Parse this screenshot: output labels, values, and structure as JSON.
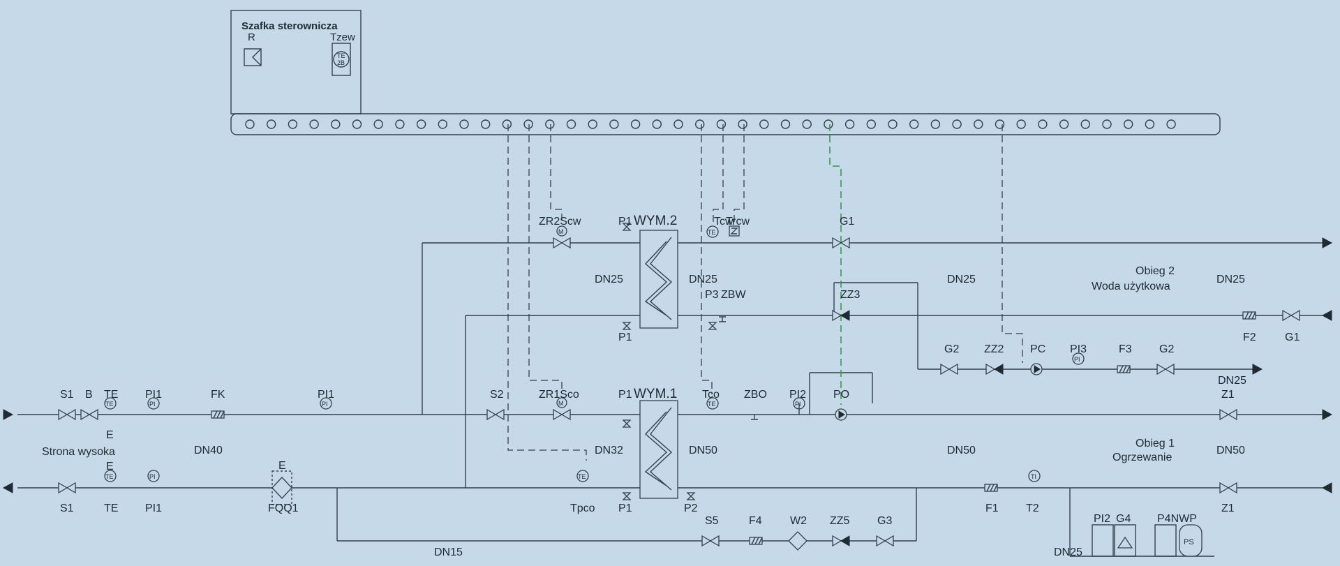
{
  "cabinet": {
    "title": "Szafka sterownicza",
    "r_label": "R",
    "tzew_label": "Tzew",
    "tzew_code": "TE",
    "tzew_code2": "2B"
  },
  "labels": {
    "zr2scw": "ZR2Scw",
    "p1_top": "P1",
    "wym2": "WYM.2",
    "tcw": "Tcw",
    "trcw": "Trcw",
    "g1_top": "G1",
    "dn25_a": "DN25",
    "dn25_b": "DN25",
    "p3": "P3",
    "zbw": "ZBW",
    "zz3": "ZZ3",
    "dn25_c": "DN25",
    "obieg2": "Obieg 2",
    "woda": "Woda użytkowa",
    "dn25_d": "DN25",
    "f2": "F2",
    "g1_right": "G1",
    "p1_mid": "P1",
    "g2_a": "G2",
    "zz2": "ZZ2",
    "pc": "PC",
    "pi3": "PI3",
    "f3": "F3",
    "g2_b": "G2",
    "dn25_e": "DN25",
    "s1_top": "S1",
    "b": "B",
    "te_top": "TE",
    "pi1_a": "PI1",
    "fk": "FK",
    "pi1_b": "PI1",
    "s2": "S2",
    "zr1sco": "ZR1Sco",
    "p1_low": "P1",
    "wym1": "WYM.1",
    "tco": "Tco",
    "zbo": "ZBO",
    "pi2_mid": "PI2",
    "po": "PO",
    "z1_top": "Z1",
    "e_top": "E",
    "strona": "Strona wysoka",
    "dn40": "DN40",
    "dn32": "DN32",
    "dn50_a": "DN50",
    "dn50_b": "DN50",
    "obieg1": "Obieg 1",
    "ogrzewanie": "Ogrzewanie",
    "dn50_c": "DN50",
    "e_bottom": "E",
    "s1_bottom": "S1",
    "te_bottom": "TE",
    "pi1_bottom": "PI1",
    "e_fqq": "E",
    "fqq1": "FQQ1",
    "tpco": "Tpco",
    "p1_bottom": "P1",
    "p2": "P2",
    "f1": "F1",
    "t2": "T2",
    "z1_bottom": "Z1",
    "s5": "S5",
    "f4": "F4",
    "w2": "W2",
    "zz5": "ZZ5",
    "g3": "G3",
    "dn15": "DN15",
    "pi2_bottom": "PI2",
    "g4": "G4",
    "p4nwp": "P4NWP",
    "dn25_f": "DN25",
    "ps": "PS"
  },
  "instrument_codes": {
    "te": "TE",
    "pi": "PI",
    "ti": "TI",
    "m": "M"
  },
  "colors": {
    "background": "#c5d9e8",
    "line": "#33414c",
    "signal_green": "#2a9a3a"
  }
}
